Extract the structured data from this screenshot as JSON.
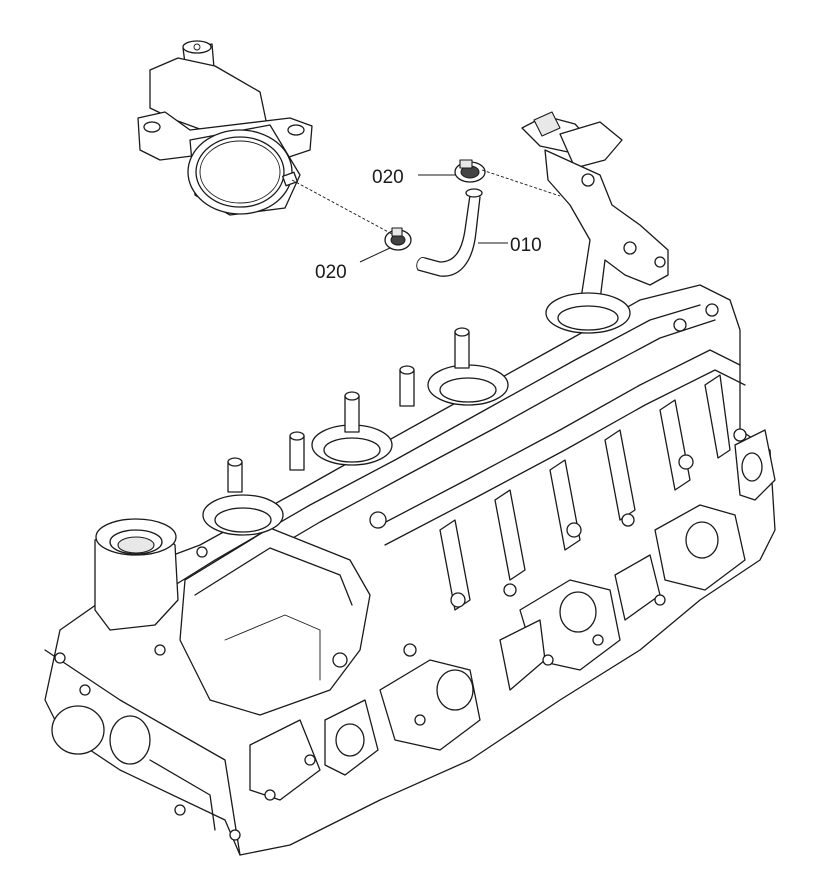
{
  "callouts": {
    "part_010": "010",
    "part_020_upper": "020",
    "part_020_lower": "020"
  }
}
